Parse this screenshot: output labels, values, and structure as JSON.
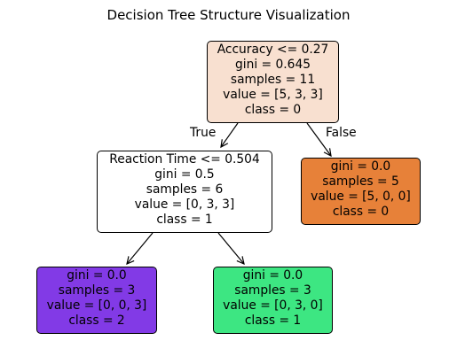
{
  "title": "Decision Tree Structure Visualization",
  "colors": {
    "root": "#f8e0d0",
    "left_internal": "#ffffff",
    "right_leaf": "#e78139",
    "leaf_class2": "#823ae6",
    "leaf_class1": "#3de682",
    "edge": "#000000"
  },
  "edge_labels": {
    "true_label": "True",
    "false_label": "False"
  },
  "nodes": {
    "root": {
      "condition": "Accuracy <= 0.27",
      "gini": "gini = 0.645",
      "samples": "samples = 11",
      "value": "value = [5, 3, 3]",
      "class": "class = 0"
    },
    "left": {
      "condition": "Reaction Time <= 0.504",
      "gini": "gini = 0.5",
      "samples": "samples = 6",
      "value": "value = [0, 3, 3]",
      "class": "class = 1"
    },
    "right": {
      "gini": "gini = 0.0",
      "samples": "samples = 5",
      "value": "value = [5, 0, 0]",
      "class": "class = 0"
    },
    "left_left": {
      "gini": "gini = 0.0",
      "samples": "samples = 3",
      "value": "value = [0, 0, 3]",
      "class": "class = 2"
    },
    "left_right": {
      "gini": "gini = 0.0",
      "samples": "samples = 3",
      "value": "value = [0, 3, 0]",
      "class": "class = 1"
    }
  }
}
